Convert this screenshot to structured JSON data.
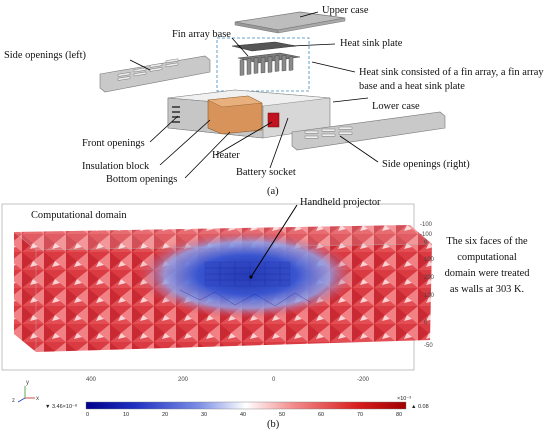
{
  "part_a": {
    "caption": "(a)",
    "labels": {
      "upper_case": "Upper case",
      "fin_array_base": "Fin array base",
      "heat_sink_plate": "Heat sink plate",
      "side_openings_left": "Side openings (left)",
      "heat_sink_desc": "Heat sink consisted of a fin array, a fin array base and a heat sink plate",
      "lower_case": "Lower case",
      "front_openings": "Front openings",
      "insulation_block": "Insulation block",
      "bottom_openings": "Bottom openings",
      "heater": "Heater",
      "battery_socket": "Battery socket",
      "side_openings_right": "Side openings (right)"
    }
  },
  "part_b": {
    "caption": "(b)",
    "computational_domain": "Computational domain",
    "handheld_projector": "Handheld projector",
    "note": "The six faces of the computational domain were treated as walls at 303 K.",
    "axis_bottom_ticks": [
      "400",
      "200",
      "0",
      "-200"
    ],
    "axis_right_ticks": [
      "-100",
      "0",
      "100",
      "200",
      "100",
      "0",
      "-50"
    ],
    "triad": {
      "x": "x",
      "y": "y",
      "z": "z"
    },
    "colorbar": {
      "min_label": "▼ 3.46×10⁻⁸",
      "max_label": "▲ 0.08",
      "exponent": "×10⁻³",
      "ticks": [
        "0",
        "10",
        "20",
        "30",
        "40",
        "50",
        "60",
        "70",
        "80"
      ],
      "colors": [
        "#00008b",
        "#2030c0",
        "#6a7de0",
        "#ffffff",
        "#f28080",
        "#dd2020",
        "#b00000"
      ]
    }
  }
}
